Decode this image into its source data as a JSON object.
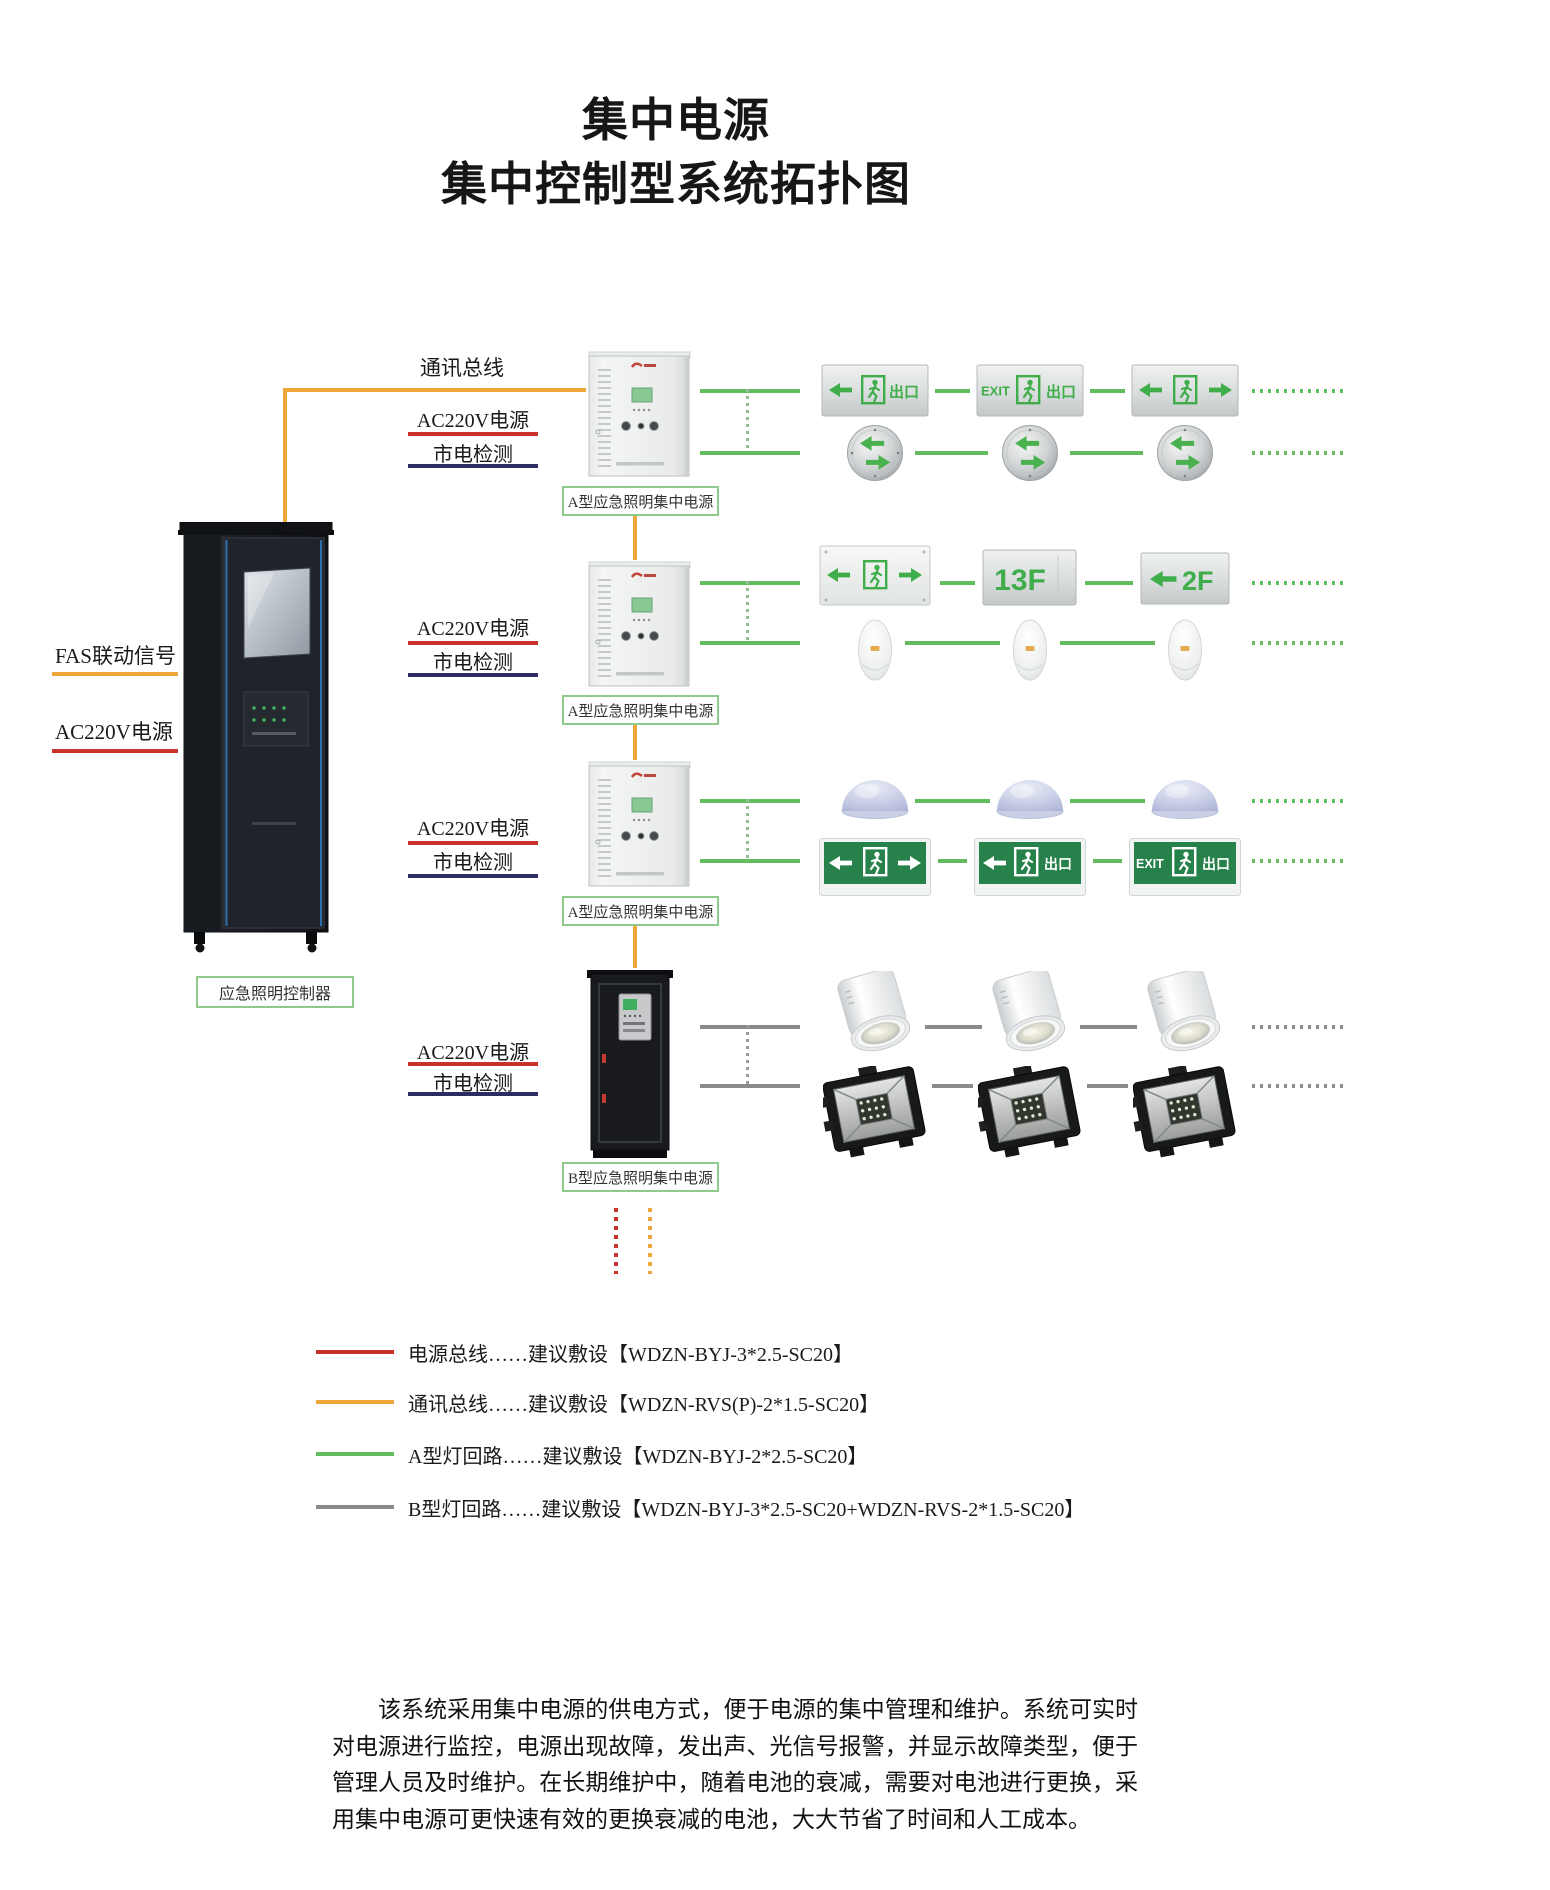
{
  "title": {
    "line1": "集中电源",
    "line2": "集中控制型系统拓扑图"
  },
  "controller": {
    "label": "应急照明控制器",
    "fas_signal_label": "FAS联动信号",
    "ac_power_label": "AC220V电源"
  },
  "bus": {
    "comm_label": "通讯总线"
  },
  "rows": [
    {
      "unit_label": "A型应急照明集中电源",
      "ac_label": "AC220V电源",
      "mains_label": "市电检测"
    },
    {
      "unit_label": "A型应急照明集中电源",
      "ac_label": "AC220V电源",
      "mains_label": "市电检测"
    },
    {
      "unit_label": "A型应急照明集中电源",
      "ac_label": "AC220V电源",
      "mains_label": "市电检测"
    },
    {
      "unit_label": "B型应急照明集中电源",
      "ac_label": "AC220V电源",
      "mains_label": "市电检测"
    }
  ],
  "signs": {
    "exit_cn": "出口",
    "exit_en": "EXIT",
    "floor_13": "13F",
    "floor_2": "2F"
  },
  "legend": {
    "items": [
      {
        "name": "power-bus",
        "label": "电源总线……建议敷设【WDZN-BYJ-3*2.5-SC20】",
        "color": "#c9332b"
      },
      {
        "name": "comm-bus",
        "label": "通讯总线……建议敷设【WDZN-RVS(P)-2*1.5-SC20】",
        "color": "#efa63a"
      },
      {
        "name": "a-lamp-circuit",
        "label": "A型灯回路……建议敷设【WDZN-BYJ-2*2.5-SC20】",
        "color": "#62bd5e"
      },
      {
        "name": "b-lamp-circuit",
        "label": "B型灯回路……建议敷设【WDZN-BYJ-3*2.5-SC20+WDZN-RVS-2*1.5-SC20】",
        "color": "#8b8b8b"
      }
    ]
  },
  "description": "该系统采用集中电源的供电方式，便于电源的集中管理和维护。系统可实时对电源进行监控，电源出现故障，发出声、光信号报警，并显示故障类型，便于管理人员及时维护。在长期维护中，随着电池的衰减，需要对电池进行更换，采用集中电源可更快速有效的更换衰减的电池，大大节省了时间和人工成本。",
  "colors": {
    "comm_bus": "#efa63a",
    "power_bus": "#c9332b",
    "a_circuit": "#62bd5e",
    "b_circuit": "#8b8b8b",
    "mains_underline": "#2c2c63",
    "label_box_border": "#8fca8d",
    "sign_green": "#3fae4a",
    "exit_panel_green": "#27814b"
  }
}
